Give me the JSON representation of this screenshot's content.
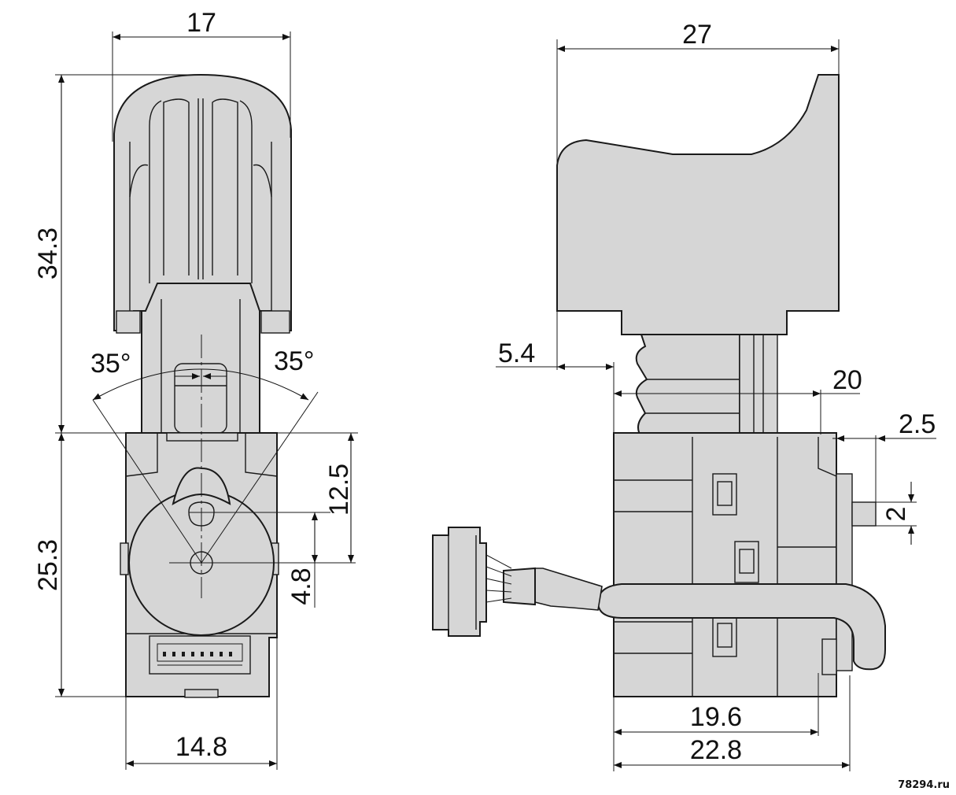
{
  "front_view": {
    "width_top": "17",
    "height_upper": "34.3",
    "height_lower": "25.3",
    "width_bottom": "14.8",
    "angle_left": "35°",
    "angle_right": "35°",
    "offset_large": "12.5",
    "offset_small": "4.8"
  },
  "side_view": {
    "overall_length": "27",
    "trigger_offset": "5.4",
    "stroke": "20",
    "shaft_offset": "2.5",
    "shaft_diameter": "2",
    "body_length": "19.6",
    "total_length": "22.8"
  },
  "watermark": "78294.ru",
  "colors": {
    "part_fill": "#d6d6d6",
    "line": "#1a1a1a"
  }
}
